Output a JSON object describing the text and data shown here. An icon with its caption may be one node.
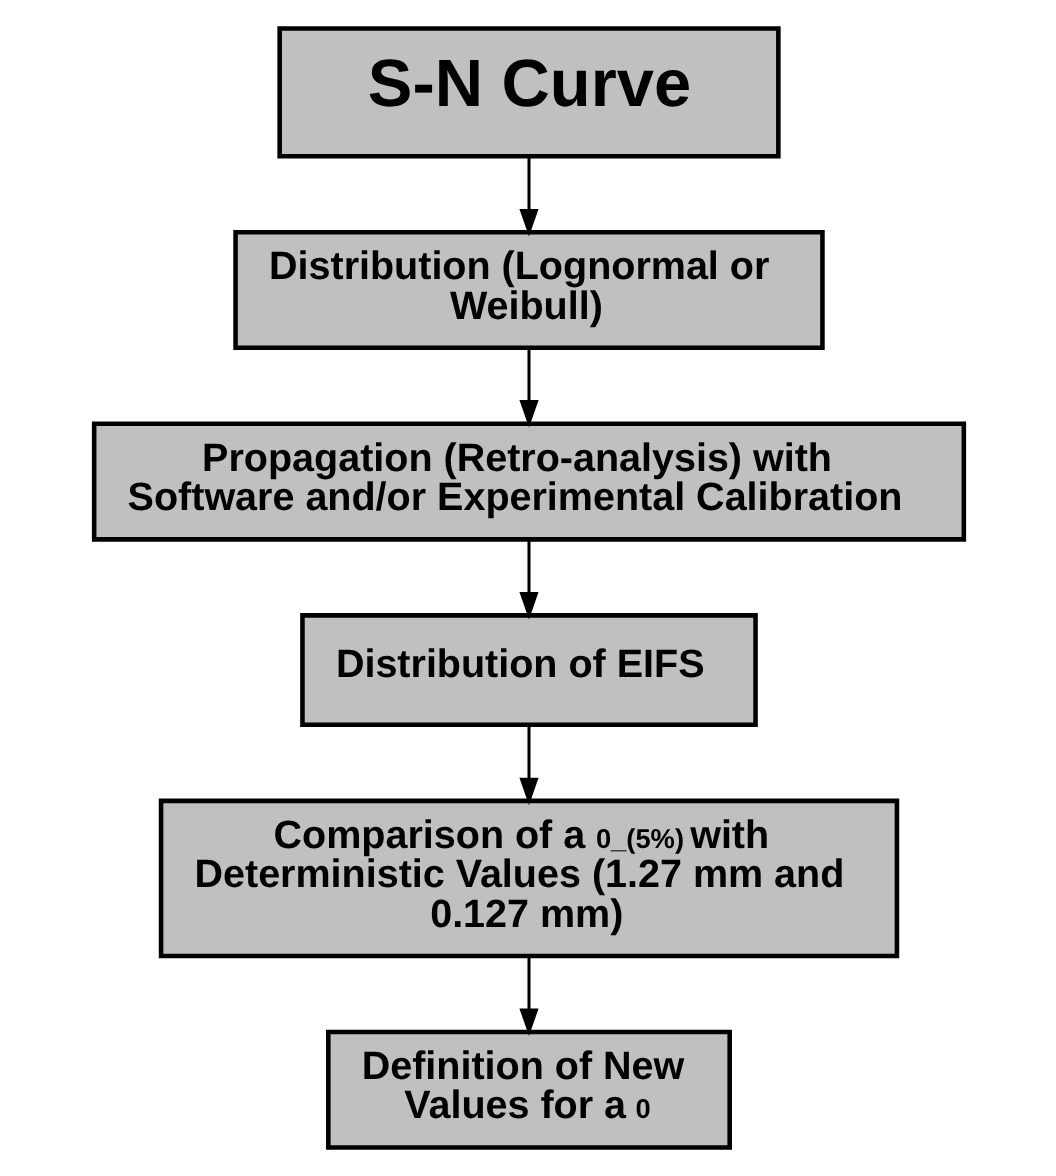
{
  "diagram": {
    "nodes": [
      {
        "text": [
          "S-N Curve"
        ]
      },
      {
        "text": [
          "Distribution (Lognormal or Weibull)"
        ]
      },
      {
        "text": [
          "Propagation (Retro-analysis) with Software and/or Experimental Calibration"
        ]
      },
      {
        "text": [
          "Distribution of EIFS"
        ]
      },
      {
        "text": [
          "Comparison of a$_{0_(5%)}$ with Deterministic Values (1.27 mm and 0.127 mm)"
        ]
      },
      {
        "text": [
          "Definition of New Values for a$_{0}$"
        ]
      }
    ],
    "edges": [
      {
        "from": 0,
        "to": 1,
        "arrow": "to"
      },
      {
        "from": 1,
        "to": 2,
        "arrow": "to"
      },
      {
        "from": 2,
        "to": 3,
        "arrow": "to"
      },
      {
        "from": 3,
        "to": 4,
        "arrow": "to"
      },
      {
        "from": 4,
        "to": 5,
        "arrow": "to"
      }
    ]
  }
}
